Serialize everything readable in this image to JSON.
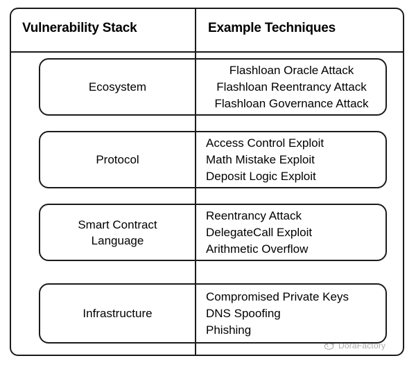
{
  "table": {
    "headers": {
      "stack": "Vulnerability Stack",
      "techniques": "Example Techniques"
    },
    "rows": [
      {
        "stack": "Ecosystem",
        "stack_line2": "",
        "align": "center",
        "techniques": [
          "Flashloan Oracle Attack",
          "Flashloan Reentrancy Attack",
          "Flashloan Governance Attack"
        ]
      },
      {
        "stack": "Protocol",
        "stack_line2": "",
        "align": "left",
        "techniques": [
          "Access Control Exploit",
          "Math Mistake Exploit",
          "Deposit Logic Exploit"
        ]
      },
      {
        "stack": "Smart Contract",
        "stack_line2": "Language",
        "align": "left",
        "techniques": [
          "Reentrancy Attack",
          "DelegateCall Exploit",
          "Arithmetic Overflow"
        ]
      },
      {
        "stack": "Infrastructure",
        "stack_line2": "",
        "align": "left",
        "techniques": [
          "Compromised Private Keys",
          "DNS Spoofing",
          "Phishing"
        ]
      }
    ]
  },
  "watermark": {
    "text": "DoraFactory",
    "icon": "dora-logo-icon"
  },
  "colors": {
    "stroke": "#1a1a1a",
    "text": "#000000",
    "background": "#ffffff",
    "watermark": "#3d3d3d"
  }
}
